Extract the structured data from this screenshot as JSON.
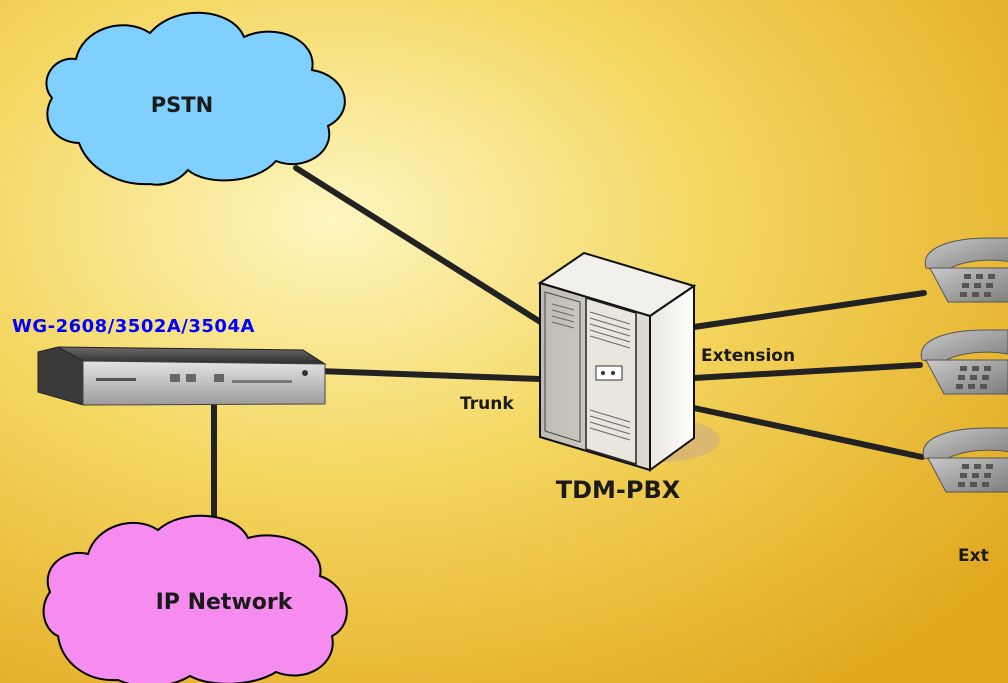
{
  "colors": {
    "background_light": "#fdf6c0",
    "background_dark": "#e1a71e",
    "pstn_cloud": "#7fd0ff",
    "ip_cloud": "#f68cf0",
    "gateway_label": "#0000ff",
    "line": "#222222"
  },
  "nodes": {
    "pstn": {
      "label": "PSTN",
      "icon": "cloud-icon"
    },
    "ip_network": {
      "label": "IP Network",
      "icon": "cloud-icon"
    },
    "gateway": {
      "label": "WG-2608/3502A/3504A",
      "icon": "gateway-device-icon"
    },
    "pbx": {
      "label": "TDM-PBX",
      "icon": "server-tower-icon"
    },
    "phones": {
      "count": 3,
      "icon": "telephone-icon"
    }
  },
  "links": {
    "trunk": "Trunk",
    "extension": "Extension",
    "ext": "Ext"
  }
}
